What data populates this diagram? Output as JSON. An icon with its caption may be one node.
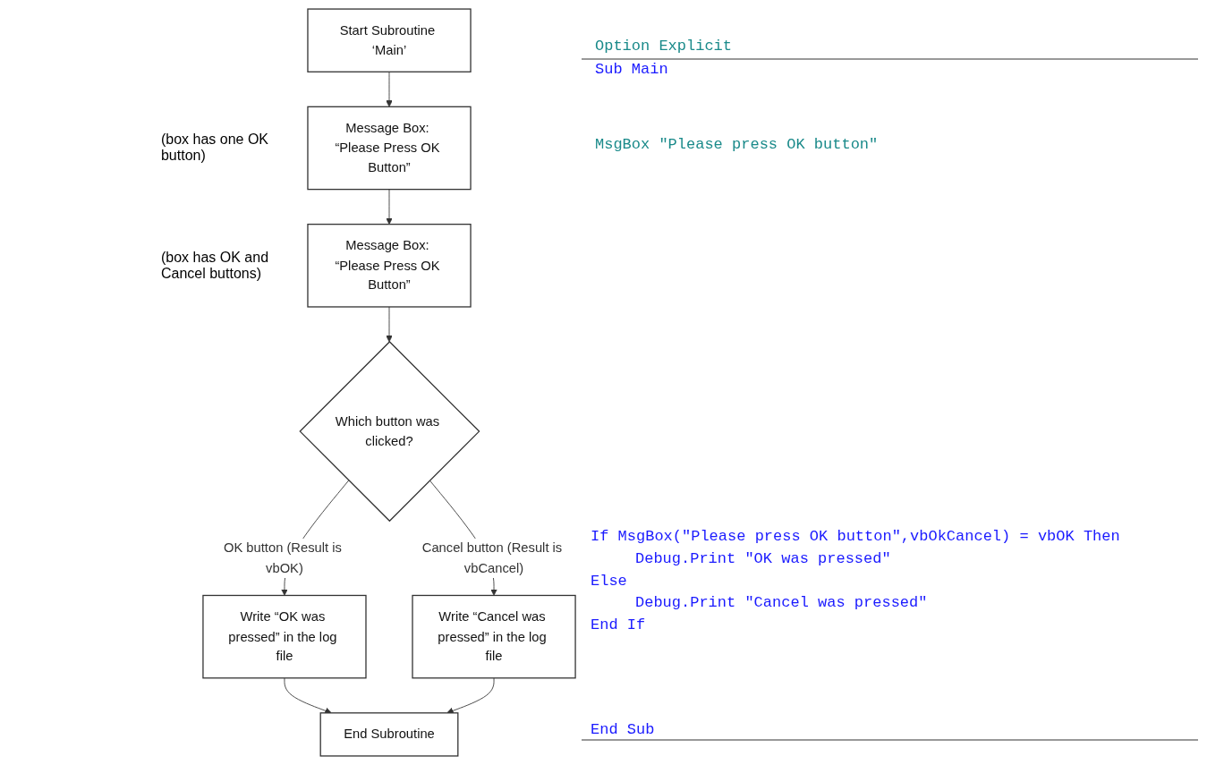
{
  "diagram": {
    "nodes": [
      {
        "text": [
          "Start Subroutine ‘Main’"
        ]
      },
      {
        "text": [
          "Message Box: “Please Press OK Button”"
        ],
        "beside": [
          "(box has one OK button)"
        ]
      },
      {
        "text": [
          "Message Box: “Please Press OK Button”"
        ],
        "beside": [
          "(box has OK  and Cancel buttons)"
        ]
      },
      {
        "text": [
          "Which button was clicked?"
        ]
      },
      {
        "text": [
          "Write “OK was pressed” in the log file"
        ]
      },
      {
        "text": [
          "Write “Cancel was pressed” in the log file"
        ]
      },
      {
        "text": [
          "End Subroutine"
        ]
      }
    ],
    "edges": [
      {
        "from": 0,
        "to": 1,
        "arrow": "to"
      },
      {
        "from": 1,
        "to": 2,
        "arrow": "to"
      },
      {
        "from": 2,
        "to": 3,
        "arrow": "to"
      },
      {
        "from": 3,
        "to": 4,
        "arrow": "to",
        "label": "OK button (Result is vbOK)"
      },
      {
        "from": 3,
        "to": 5,
        "arrow": "to",
        "label": "Cancel button (Result is vbCancel)"
      },
      {
        "from": 4,
        "to": 6,
        "arrow": "to"
      },
      {
        "from": 5,
        "to": 6,
        "arrow": "to"
      }
    ],
    "labels": [
      "Option Explicit",
      "Sub Main",
      "MsgBox \"Please press OK button\"",
      "If MsgBox(\"Please press OK button\",vbOkCancel) = vbOK Then",
      "Debug.Print \"OK was pressed\"",
      "Else",
      "Debug.Print \"Cancel was pressed\"",
      "End If",
      "End Sub"
    ]
  }
}
